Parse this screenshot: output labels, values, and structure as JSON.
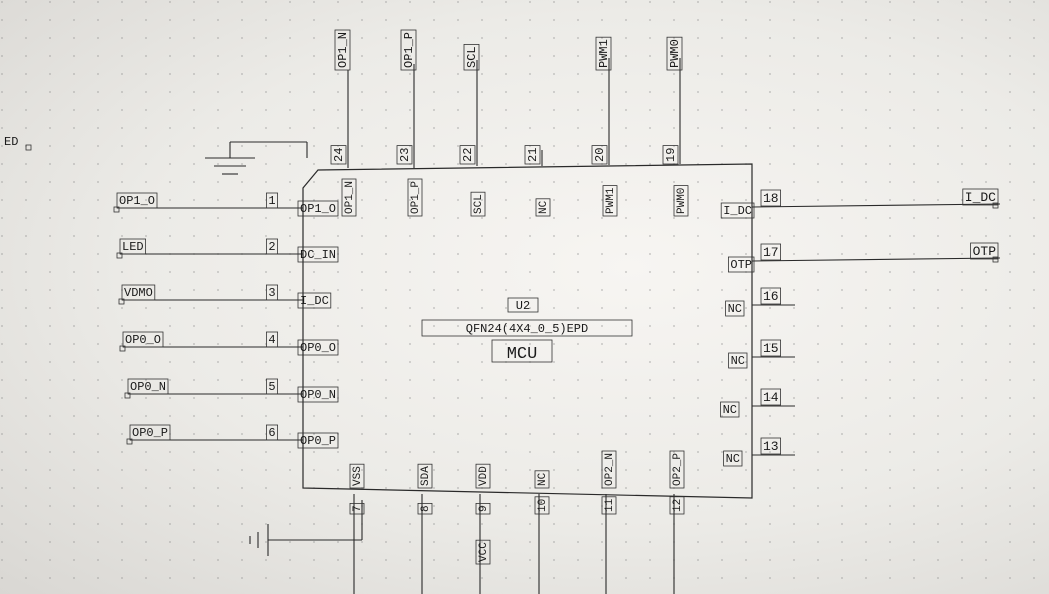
{
  "component": {
    "ref": "U2",
    "footprint": "QFN24(4X4_0_5)EPD",
    "name": "MCU"
  },
  "pins_left": [
    {
      "num": "1",
      "pin": "OP1_O",
      "net": "OP1_O"
    },
    {
      "num": "2",
      "pin": "DC_IN",
      "net": "LED"
    },
    {
      "num": "3",
      "pin": "I_DC",
      "net": "VDMO"
    },
    {
      "num": "4",
      "pin": "OP0_O",
      "net": "OP0_O"
    },
    {
      "num": "5",
      "pin": "OP0_N",
      "net": "OP0_N"
    },
    {
      "num": "6",
      "pin": "OP0_P",
      "net": "OP0_P"
    }
  ],
  "pins_right": [
    {
      "num": "18",
      "pin": "I_DC",
      "net": "I_DC"
    },
    {
      "num": "17",
      "pin": "OTP",
      "net": "OTP"
    },
    {
      "num": "16",
      "pin": "NC",
      "net": ""
    },
    {
      "num": "15",
      "pin": "NC",
      "net": ""
    },
    {
      "num": "14",
      "pin": "NC",
      "net": ""
    },
    {
      "num": "13",
      "pin": "NC",
      "net": ""
    }
  ],
  "pins_top": [
    {
      "num": "24",
      "pin": "OP1_N",
      "net": "OP1_N"
    },
    {
      "num": "23",
      "pin": "OP1_P",
      "net": "OP1_P"
    },
    {
      "num": "22",
      "pin": "SCL",
      "net": "SCL"
    },
    {
      "num": "21",
      "pin": "NC",
      "net": ""
    },
    {
      "num": "20",
      "pin": "PWM1",
      "net": "PWM1"
    },
    {
      "num": "19",
      "pin": "PWM0",
      "net": "PWM0"
    }
  ],
  "pins_bottom": [
    {
      "num": "7",
      "pin": "VSS",
      "net": ""
    },
    {
      "num": "8",
      "pin": "SDA",
      "net": ""
    },
    {
      "num": "9",
      "pin": "VDD",
      "net": "VCC"
    },
    {
      "num": "10",
      "pin": "NC",
      "net": ""
    },
    {
      "num": "11",
      "pin": "OP2_N",
      "net": ""
    },
    {
      "num": "12",
      "pin": "OP2_P",
      "net": ""
    }
  ],
  "offpage_left_label": "ED"
}
